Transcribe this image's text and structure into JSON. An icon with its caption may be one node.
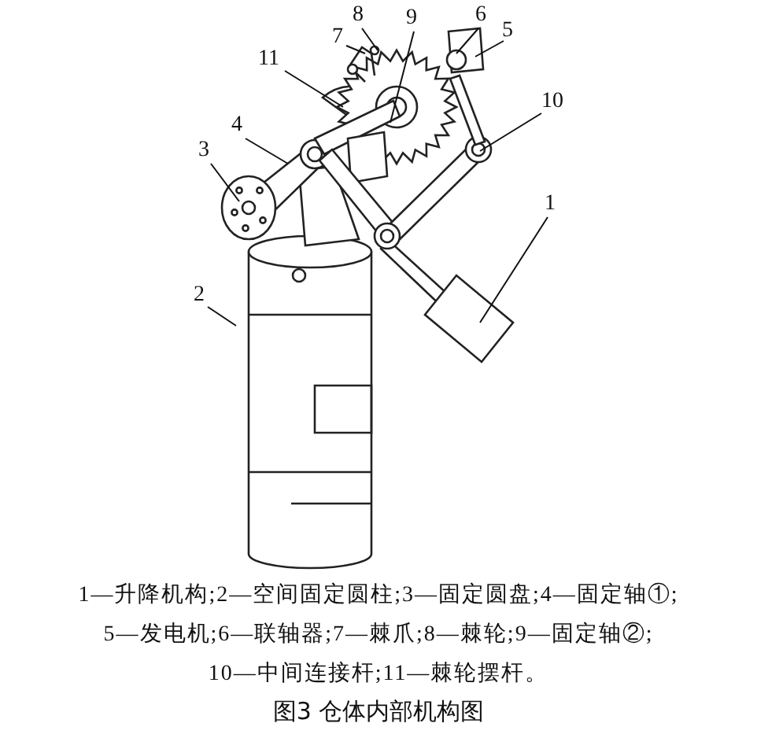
{
  "diagram": {
    "caption": "图3  仓体内部机构图",
    "nodes": [
      {
        "text": [
          "1"
        ]
      },
      {
        "text": [
          "2"
        ]
      },
      {
        "text": [
          "3"
        ]
      },
      {
        "text": [
          "4"
        ]
      },
      {
        "text": [
          "5"
        ]
      },
      {
        "text": [
          "6"
        ]
      },
      {
        "text": [
          "7"
        ]
      },
      {
        "text": [
          "8"
        ]
      },
      {
        "text": [
          "9"
        ]
      },
      {
        "text": [
          "10"
        ]
      },
      {
        "text": [
          "11"
        ]
      }
    ],
    "edges": [
      {
        "from": 0,
        "to": null,
        "arrow": "none"
      },
      {
        "from": 1,
        "to": null,
        "arrow": "none"
      },
      {
        "from": 2,
        "to": null,
        "arrow": "none"
      },
      {
        "from": 3,
        "to": null,
        "arrow": "none"
      },
      {
        "from": 4,
        "to": null,
        "arrow": "none"
      },
      {
        "from": 5,
        "to": null,
        "arrow": "none"
      },
      {
        "from": 6,
        "to": null,
        "arrow": "none"
      },
      {
        "from": 7,
        "to": null,
        "arrow": "none"
      },
      {
        "from": 8,
        "to": null,
        "arrow": "none"
      },
      {
        "from": 9,
        "to": null,
        "arrow": "none"
      },
      {
        "from": 10,
        "to": null,
        "arrow": "none"
      }
    ],
    "labels": [
      "1—升降机构;2—空间固定圆柱;3—固定圆盘;4—固定轴①;",
      "5—发电机;6—联轴器;7—棘爪;8—棘轮;9—固定轴②;",
      "10—中间连接杆;11—棘轮摆杆。"
    ]
  }
}
